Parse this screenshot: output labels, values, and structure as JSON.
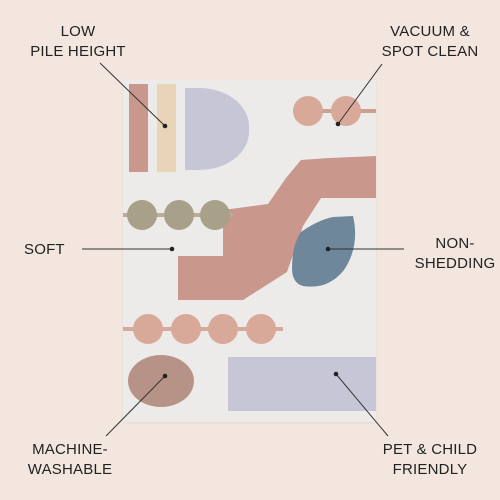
{
  "labels": {
    "low_pile": [
      "LOW",
      "PILE HEIGHT"
    ],
    "vacuum": [
      "VACUUM &",
      "SPOT CLEAN"
    ],
    "soft": [
      "SOFT"
    ],
    "non_shedding": [
      "NON-",
      "SHEDDING"
    ],
    "machine_washable": [
      "MACHINE-",
      "WASHABLE"
    ],
    "pet_child": [
      "PET & CHILD",
      "FRIENDLY"
    ]
  },
  "colors": {
    "background": "#f2e6df",
    "rug": "#ecebe9",
    "pink": "#c9978c",
    "blush": "#d8a898",
    "sage": "#a9a08a",
    "cream": "#e8d4b6",
    "lavender": "#c7c6d6",
    "blue": "#6f879a",
    "taupe": "#b79387",
    "line": "#333333"
  }
}
